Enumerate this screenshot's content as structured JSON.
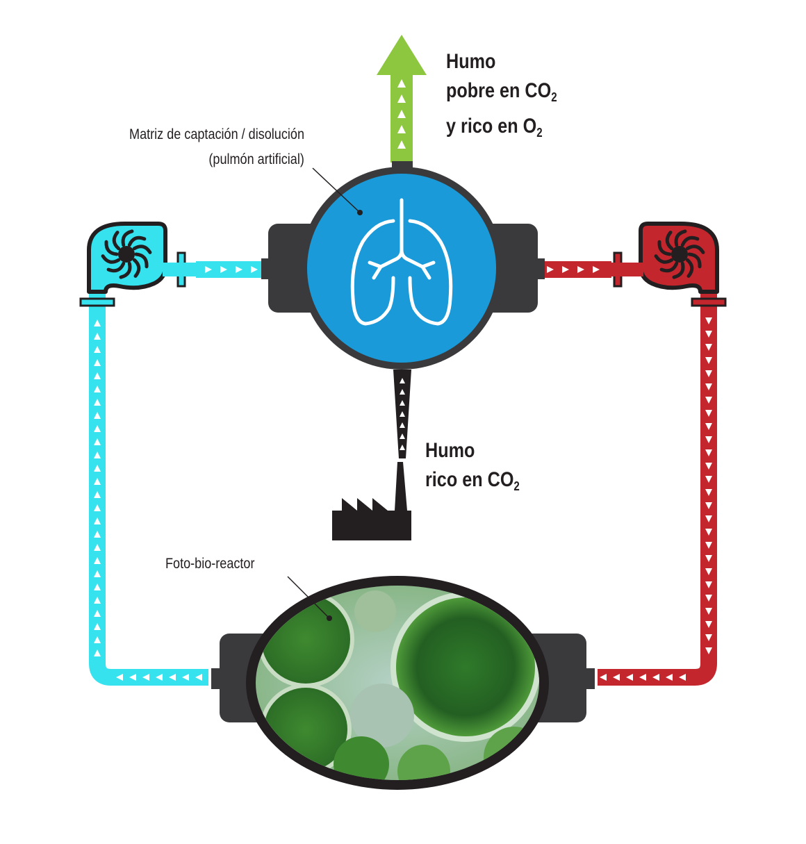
{
  "labels": {
    "lung_title_line1": "Matriz de captación / disolución",
    "lung_title_line2": "(pulmón artificial)",
    "out_line1": "Humo",
    "out_line2_text": "pobre en CO",
    "out_line2_sub": "2",
    "out_line3_text": "y rico en O",
    "out_line3_sub": "2",
    "in_line1": "Humo",
    "in_line2_text": "rico en CO",
    "in_line2_sub": "2",
    "reactor_label": "Foto-bio-reactor"
  },
  "colors": {
    "cyan": "#35e2ee",
    "red": "#c4262e",
    "green": "#8dc63f",
    "lung_blue": "#1a9ad8",
    "dark": "#3a3a3c",
    "black": "#231f20"
  },
  "icons": {
    "lung": "lungs-icon",
    "factory": "factory-icon",
    "pump_left": "turbine-pump-icon",
    "pump_right": "turbine-pump-icon"
  }
}
